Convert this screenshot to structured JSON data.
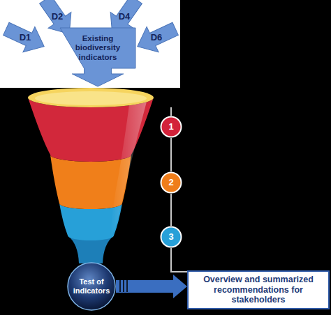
{
  "diagram": {
    "nodes": [
      {
        "text": [
          "D1"
        ]
      },
      {
        "text": [
          "D2"
        ]
      },
      {
        "text": [
          "D4"
        ]
      },
      {
        "text": [
          "D6"
        ]
      },
      {
        "text": [
          "Existing biodiversity indicators"
        ]
      },
      {
        "text": [
          "1"
        ]
      },
      {
        "text": [
          "2"
        ]
      },
      {
        "text": [
          "3"
        ]
      },
      {
        "text": [
          "Test of indicators"
        ]
      },
      {
        "text": [
          "Overview and summarized recommendations for stakeholders"
        ]
      }
    ],
    "edges": [
      {
        "from": 5,
        "to": 6,
        "arrow": "none"
      },
      {
        "from": 6,
        "to": 7,
        "arrow": "none"
      },
      {
        "from": 7,
        "to": 9,
        "arrow": "none"
      },
      {
        "from": 8,
        "to": 9,
        "arrow": "to"
      }
    ]
  }
}
